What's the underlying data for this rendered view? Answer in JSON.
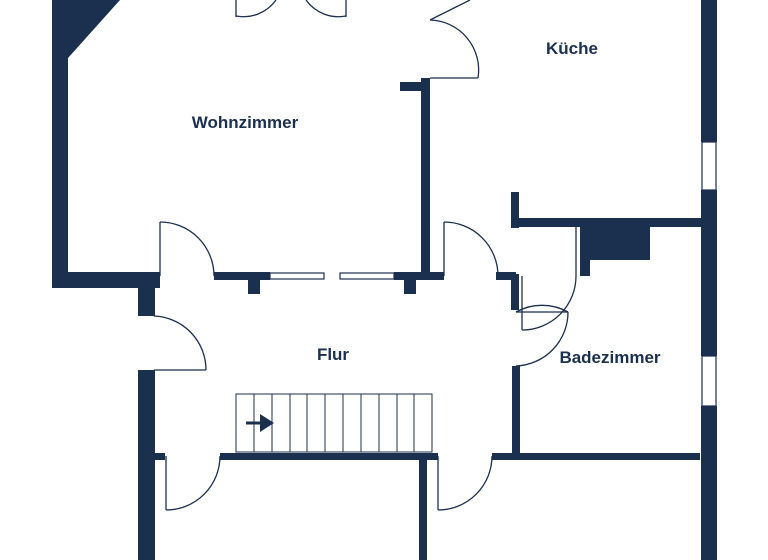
{
  "colors": {
    "wall": "#1b2f4e",
    "line": "#1b2f4e",
    "background": "#ffffff"
  },
  "rooms": {
    "wohnzimmer": "Wohnzimmer",
    "kueche": "Küche",
    "flur": "Flur",
    "badezimmer": "Badezimmer"
  },
  "stairs": {
    "direction_icon": "arrow-right-icon"
  }
}
